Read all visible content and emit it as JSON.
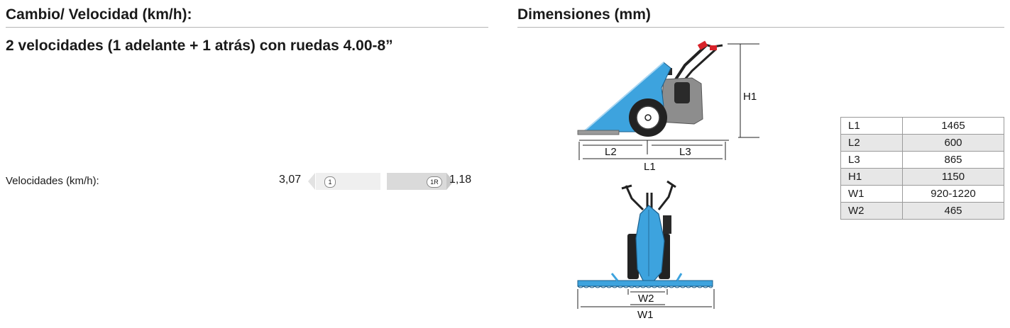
{
  "left": {
    "title": "Cambio/ Velocidad (km/h):",
    "subtitle": "2 velocidades (1 adelante + 1 atrás) con ruedas 4.00-8”",
    "speeds": {
      "label": "Velocidades (km/h):",
      "forward_value": "3,07",
      "forward_gear": "1",
      "reverse_gear": "1R",
      "reverse_value": "1,18"
    }
  },
  "right": {
    "title": "Dimensiones (mm)",
    "drawing_labels": {
      "h1": "H1",
      "l1": "L1",
      "l2": "L2",
      "l3": "L3",
      "w1": "W1",
      "w2": "W2"
    },
    "table": [
      {
        "key": "L1",
        "value": "1465"
      },
      {
        "key": "L2",
        "value": "600"
      },
      {
        "key": "L3",
        "value": "865"
      },
      {
        "key": "H1",
        "value": "1150"
      },
      {
        "key": "W1",
        "value": "920-1220"
      },
      {
        "key": "W2",
        "value": "465"
      }
    ]
  },
  "colors": {
    "machine_blue": "#3da3de",
    "engine_gray": "#8d8d8d",
    "handle_red": "#d8232a"
  }
}
